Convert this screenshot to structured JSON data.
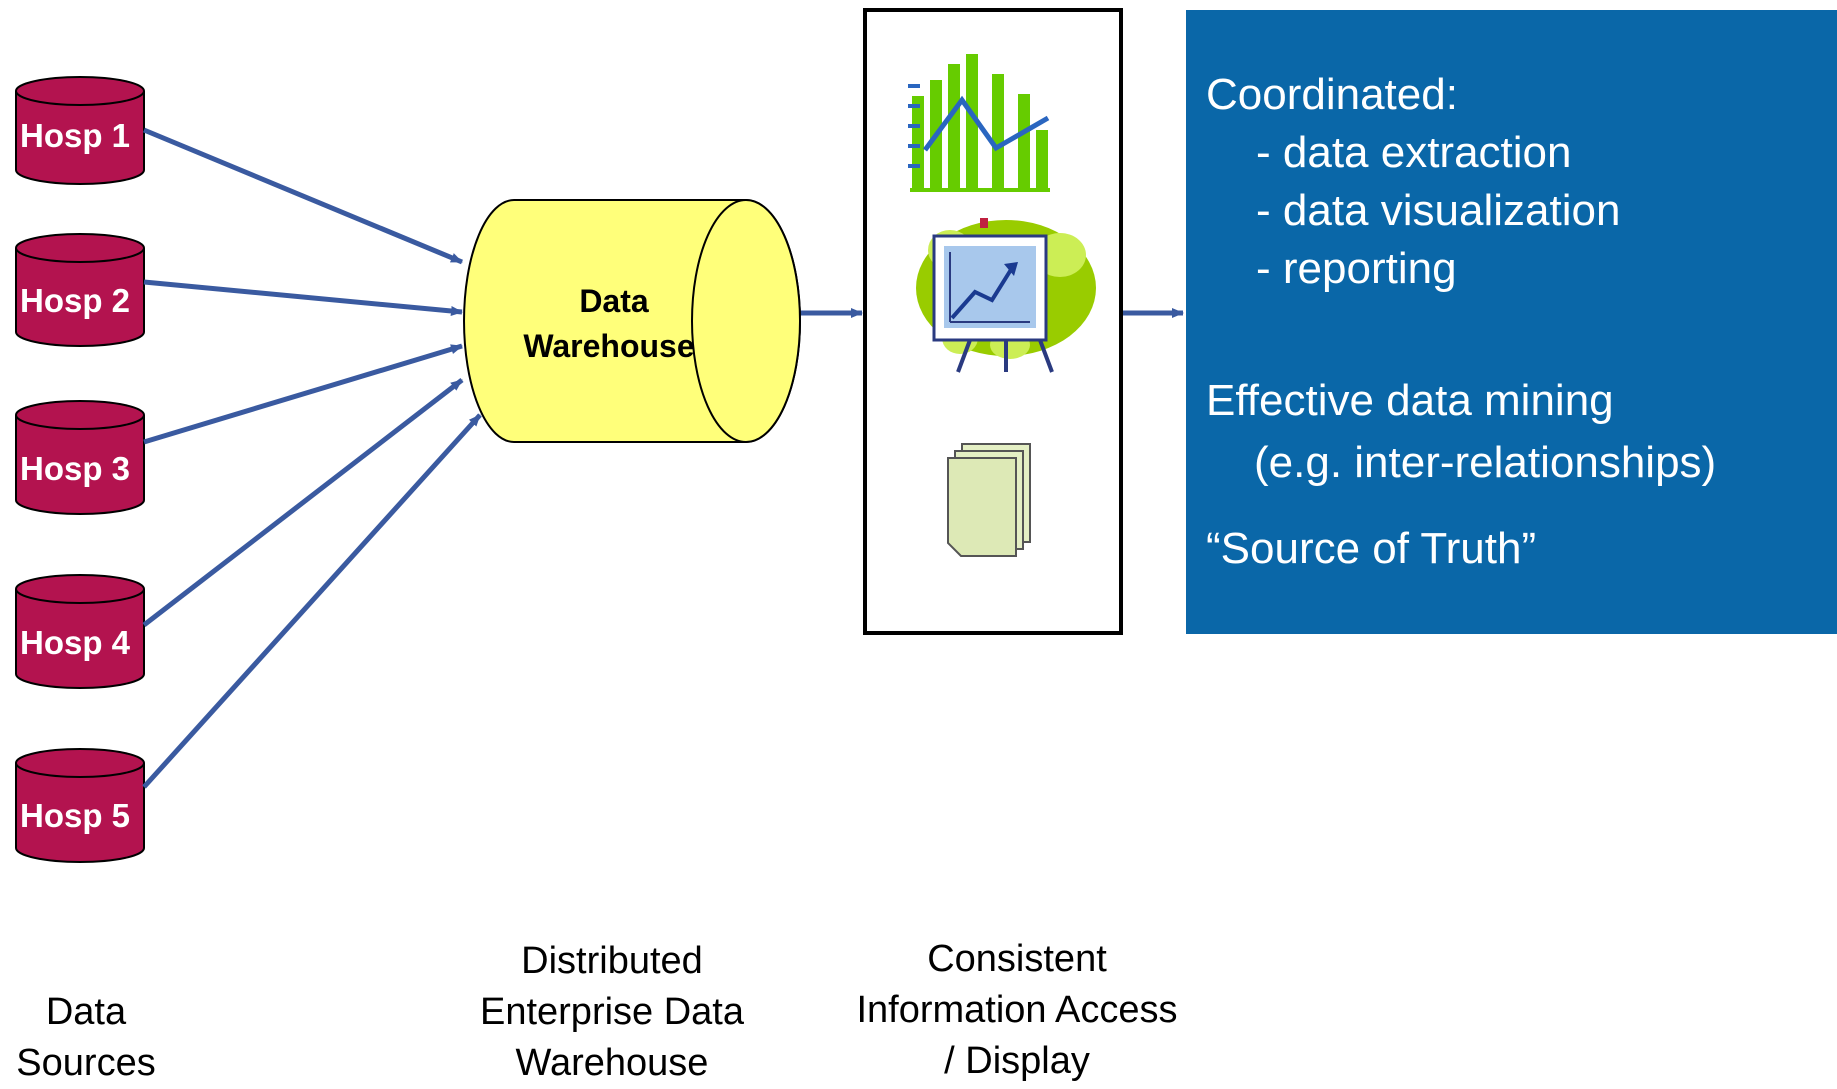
{
  "sources": [
    "Hosp 1",
    "Hosp 2",
    "Hosp 3",
    "Hosp 4",
    "Hosp 5"
  ],
  "warehouse": {
    "line1": "Data",
    "line2": "Warehouse"
  },
  "info_box": {
    "heading": "Coordinated:",
    "items": [
      "- data extraction",
      "- data visualization",
      "- reporting"
    ],
    "mining": "Effective data mining",
    "mining_note": "(e.g. inter-relationships)",
    "truth": "“Source of Truth”"
  },
  "captions": {
    "sources": [
      "Data",
      "Sources"
    ],
    "warehouse": [
      "Distributed",
      "Enterprise Data",
      "Warehouse"
    ],
    "access": [
      "Consistent",
      "Information   Access",
      "/ Display"
    ]
  },
  "colors": {
    "source_cylinder": "#b3134f",
    "warehouse_cylinder": "#ffff7a",
    "arrow": "#3a5aa0",
    "info_box": "#0a67a8",
    "chart_bars": "#66cc00"
  },
  "icons": [
    "bar-chart-icon",
    "presentation-easel-icon",
    "documents-stack-icon"
  ]
}
